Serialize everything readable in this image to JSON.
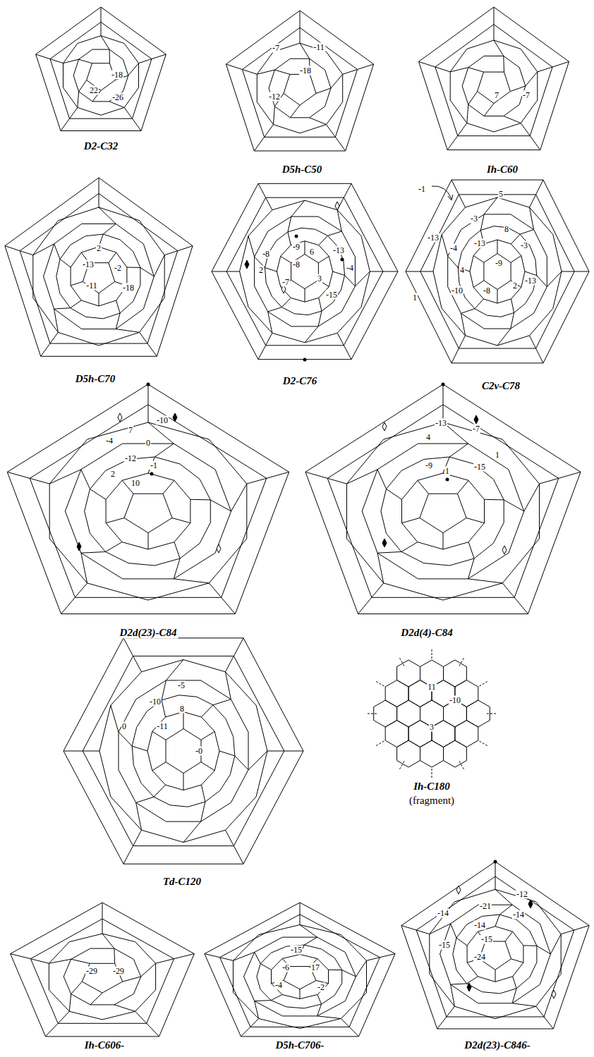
{
  "diagram": {
    "labels": [
      "-18",
      "22",
      "-26",
      "D2-C32",
      "-7",
      "-11",
      "-18",
      "-12",
      "D5h-C50",
      "7",
      "-7",
      "Ih-C60",
      "2",
      "-13",
      "-2",
      "-11",
      "-18",
      "D5h-C70",
      "-8",
      "-9",
      "6",
      "-13",
      "2",
      "-8",
      "-4",
      "-7",
      "3",
      "-15",
      "D2-C76",
      "-1",
      "5",
      "-3",
      "-13",
      "8",
      "-4",
      "-13",
      "-3",
      "4",
      "-9",
      "2",
      "-13",
      "1",
      "-10",
      "-8",
      "C2v-C78",
      "-10",
      "7",
      "-4",
      "0",
      "-12",
      "-1",
      "2",
      "10",
      "D2d(23)-C84",
      "-13",
      "-7",
      "4",
      "1",
      "-9",
      "-15",
      "1",
      "D2d(4)-C84",
      "-5",
      "-10",
      "8",
      "0",
      "-11",
      "-0",
      "Td-C120",
      "11",
      "-10",
      "3",
      "Ih-C180",
      "(fragment)",
      "-29",
      "-29",
      "Ih-C606-",
      "-15",
      "-6",
      "17",
      "-4",
      "-2",
      "D5h-C706-",
      "-12",
      "-21",
      "-14",
      "-14",
      "-14",
      "-15",
      "-15",
      "-24",
      "D2d(23)-C846-"
    ]
  }
}
